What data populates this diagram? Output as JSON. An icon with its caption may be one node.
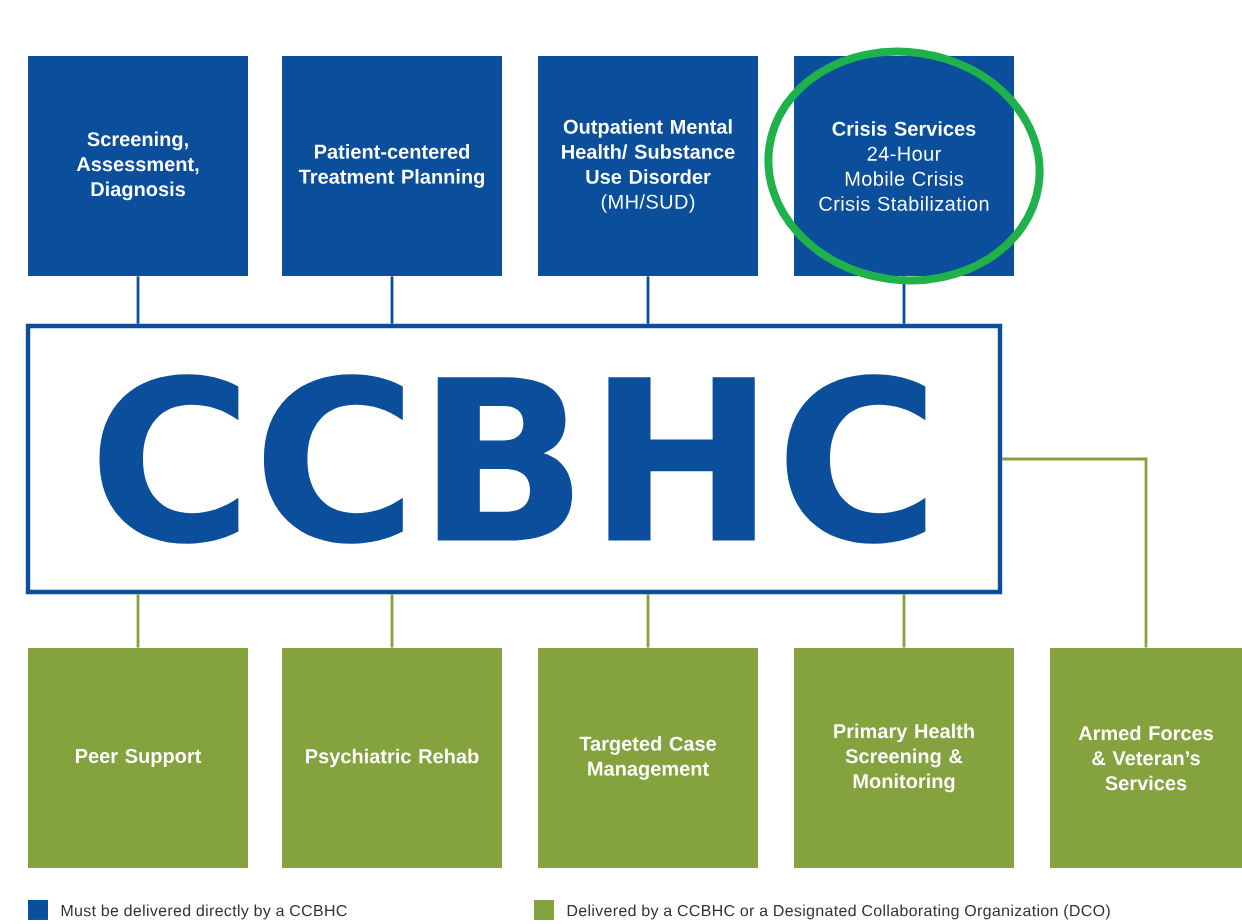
{
  "diagram": {
    "nodes": [
      {
        "text": [
          "Screening, Assessment, Diagnosis"
        ]
      },
      {
        "text": [
          "Patient-centered Treatment Planning"
        ]
      },
      {
        "text": [
          "Outpatient Mental Health/ Substance Use Disorder",
          "(MH/SUD)"
        ]
      },
      {
        "text": [
          "Crisis Services",
          "24-Hour Mobile Crisis",
          "Crisis Stabilization"
        ]
      },
      {
        "text": [
          "CCBHC"
        ]
      },
      {
        "text": [
          "Peer Support"
        ]
      },
      {
        "text": [
          "Psychiatric Rehab"
        ]
      },
      {
        "text": [
          "Targeted Case Management"
        ]
      },
      {
        "text": [
          "Primary Health Screening & Monitoring"
        ]
      },
      {
        "text": [
          "Armed Forces & Veteran’s Services"
        ]
      }
    ],
    "edges": [
      {
        "from": 0,
        "to": 4,
        "arrow": "none",
        "color": "#0b4f9c"
      },
      {
        "from": 1,
        "to": 4,
        "arrow": "none",
        "color": "#0b4f9c"
      },
      {
        "from": 2,
        "to": 4,
        "arrow": "none",
        "color": "#0b4f9c"
      },
      {
        "from": 3,
        "to": 4,
        "arrow": "none",
        "color": "#0b4f9c"
      },
      {
        "from": 4,
        "to": 5,
        "arrow": "none",
        "color": "#84a33e"
      },
      {
        "from": 4,
        "to": 6,
        "arrow": "none",
        "color": "#84a33e"
      },
      {
        "from": 4,
        "to": 7,
        "arrow": "none",
        "color": "#84a33e"
      },
      {
        "from": 4,
        "to": 8,
        "arrow": "none",
        "color": "#84a33e"
      },
      {
        "from": 4,
        "to": 9,
        "arrow": "none",
        "color": "#84a33e"
      }
    ],
    "legend": [
      {
        "text": "Must be delivered directly by a CCBHC",
        "color": "#0b4f9c"
      },
      {
        "text": "Delivered by a CCBHC or a Designated Collaborating Organization (DCO)",
        "color": "#84a33e"
      }
    ]
  }
}
